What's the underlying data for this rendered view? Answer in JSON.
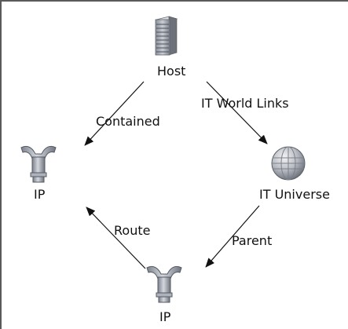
{
  "colors": {
    "background": "#ffffff",
    "edge": "#111111",
    "frame": "#5a5a5a",
    "label": "#111111"
  },
  "nodes": [
    {
      "id": "host",
      "label": "Host",
      "icon": "server-icon"
    },
    {
      "id": "ip_left",
      "label": "IP",
      "icon": "ip-pipe-icon"
    },
    {
      "id": "it_universe",
      "label": "IT Universe",
      "icon": "globe-icon"
    },
    {
      "id": "ip_bottom",
      "label": "IP",
      "icon": "ip-pipe-icon"
    }
  ],
  "edges": [
    {
      "from": "host",
      "to": "ip_left",
      "label": "Contained"
    },
    {
      "from": "host",
      "to": "it_universe",
      "label": "IT World Links"
    },
    {
      "from": "it_universe",
      "to": "ip_bottom",
      "label": "Parent"
    },
    {
      "from": "ip_bottom",
      "to": "ip_left",
      "label": "Route"
    }
  ]
}
